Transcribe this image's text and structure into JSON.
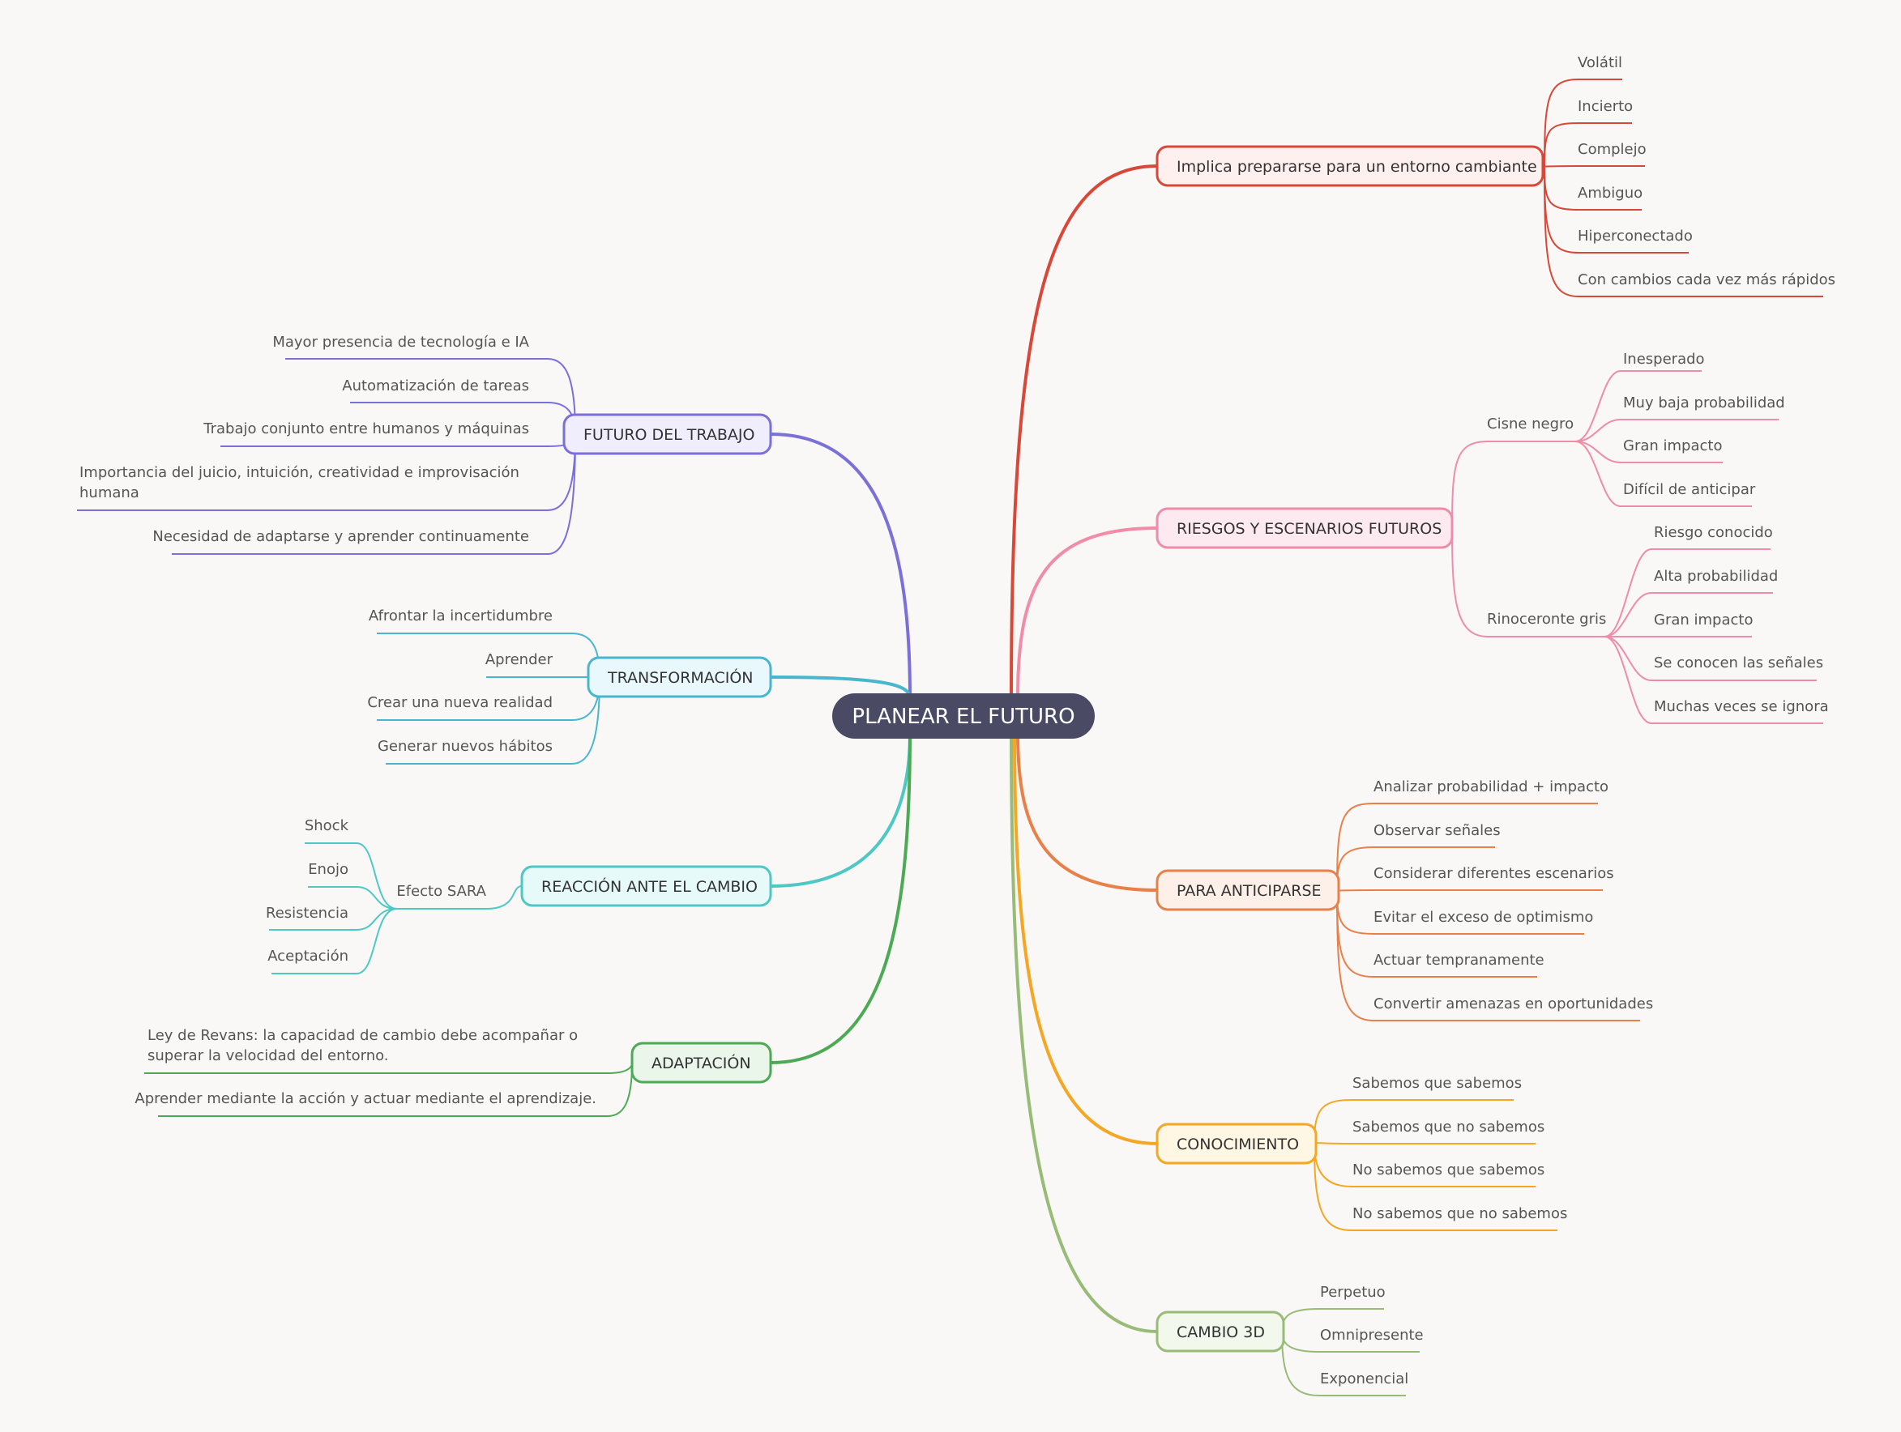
{
  "central": {
    "label": "PLANEAR EL FUTURO",
    "color": "#4a4a65"
  },
  "branches": [
    {
      "id": "implica",
      "label": "Implica prepararse para un entorno cambiante",
      "color": "#d84838",
      "fill": "#fdf0ee",
      "children": [
        {
          "label": "Volátil"
        },
        {
          "label": "Incierto"
        },
        {
          "label": "Complejo"
        },
        {
          "label": "Ambiguo"
        },
        {
          "label": "Hiperconectado"
        },
        {
          "label": "Con cambios cada vez más rápidos"
        }
      ]
    },
    {
      "id": "riesgos",
      "label": "RIESGOS Y ESCENARIOS FUTUROS",
      "color": "#f08ca8",
      "fill": "#fdeaf0",
      "children": [
        {
          "label": "Cisne negro",
          "children": [
            {
              "label": "Inesperado"
            },
            {
              "label": "Muy baja probabilidad"
            },
            {
              "label": "Gran impacto"
            },
            {
              "label": "Difícil de anticipar"
            }
          ]
        },
        {
          "label": "Rinoceronte gris",
          "children": [
            {
              "label": "Riesgo conocido"
            },
            {
              "label": "Alta probabilidad"
            },
            {
              "label": "Gran impacto"
            },
            {
              "label": "Se conocen las señales"
            },
            {
              "label": "Muchas veces se ignora"
            }
          ]
        }
      ]
    },
    {
      "id": "anticiparse",
      "label": "PARA ANTICIPARSE",
      "color": "#e8804a",
      "fill": "#fdf0e8",
      "children": [
        {
          "label": "Analizar probabilidad + impacto"
        },
        {
          "label": "Observar señales"
        },
        {
          "label": "Considerar diferentes escenarios"
        },
        {
          "label": "Evitar el exceso de optimismo"
        },
        {
          "label": "Actuar tempranamente"
        },
        {
          "label": "Convertir amenazas en oportunidades"
        }
      ]
    },
    {
      "id": "conocimiento",
      "label": "CONOCIMIENTO",
      "color": "#f5a623",
      "fill": "#fff6e4",
      "children": [
        {
          "label": "Sabemos que sabemos"
        },
        {
          "label": "Sabemos que no sabemos"
        },
        {
          "label": "No sabemos que sabemos"
        },
        {
          "label": "No sabemos que no sabemos"
        }
      ]
    },
    {
      "id": "cambio3d",
      "label": "CAMBIO 3D",
      "color": "#98bb78",
      "fill": "#f2f8ec",
      "children": [
        {
          "label": "Perpetuo"
        },
        {
          "label": "Omnipresente"
        },
        {
          "label": "Exponencial"
        }
      ]
    },
    {
      "id": "futuro_trabajo",
      "label": "FUTURO DEL TRABAJO",
      "color": "#7b6fd8",
      "fill": "#f0eefc",
      "children": [
        {
          "label": "Mayor presencia de tecnología e IA"
        },
        {
          "label": "Automatización de tareas"
        },
        {
          "label": "Trabajo conjunto entre humanos y máquinas"
        },
        {
          "label": "Importancia del juicio, intuición, creatividad e improvisación",
          "label2": "humana"
        },
        {
          "label": "Necesidad de adaptarse y aprender continuamente"
        }
      ]
    },
    {
      "id": "transformacion",
      "label": "TRANSFORMACIÓN",
      "color": "#48b6cc",
      "fill": "#e8f8fc",
      "children": [
        {
          "label": "Afrontar la incertidumbre"
        },
        {
          "label": "Aprender"
        },
        {
          "label": "Crear una nueva realidad"
        },
        {
          "label": "Generar nuevos hábitos"
        }
      ]
    },
    {
      "id": "reaccion",
      "label": "REACCIÓN ANTE EL CAMBIO",
      "color": "#4ec8c4",
      "fill": "#e6fafa",
      "children": [
        {
          "label": "Efecto SARA",
          "children": [
            {
              "label": "Shock"
            },
            {
              "label": "Enojo"
            },
            {
              "label": "Resistencia"
            },
            {
              "label": "Aceptación"
            }
          ]
        }
      ]
    },
    {
      "id": "adaptacion",
      "label": "ADAPTACIÓN",
      "color": "#4caa55",
      "fill": "#eaf6ea",
      "children": [
        {
          "label": "Ley de Revans: la capacidad de cambio debe acompañar o",
          "label2": "superar la velocidad del entorno."
        },
        {
          "label": "Aprender mediante la acción y actuar mediante el aprendizaje."
        }
      ]
    }
  ]
}
